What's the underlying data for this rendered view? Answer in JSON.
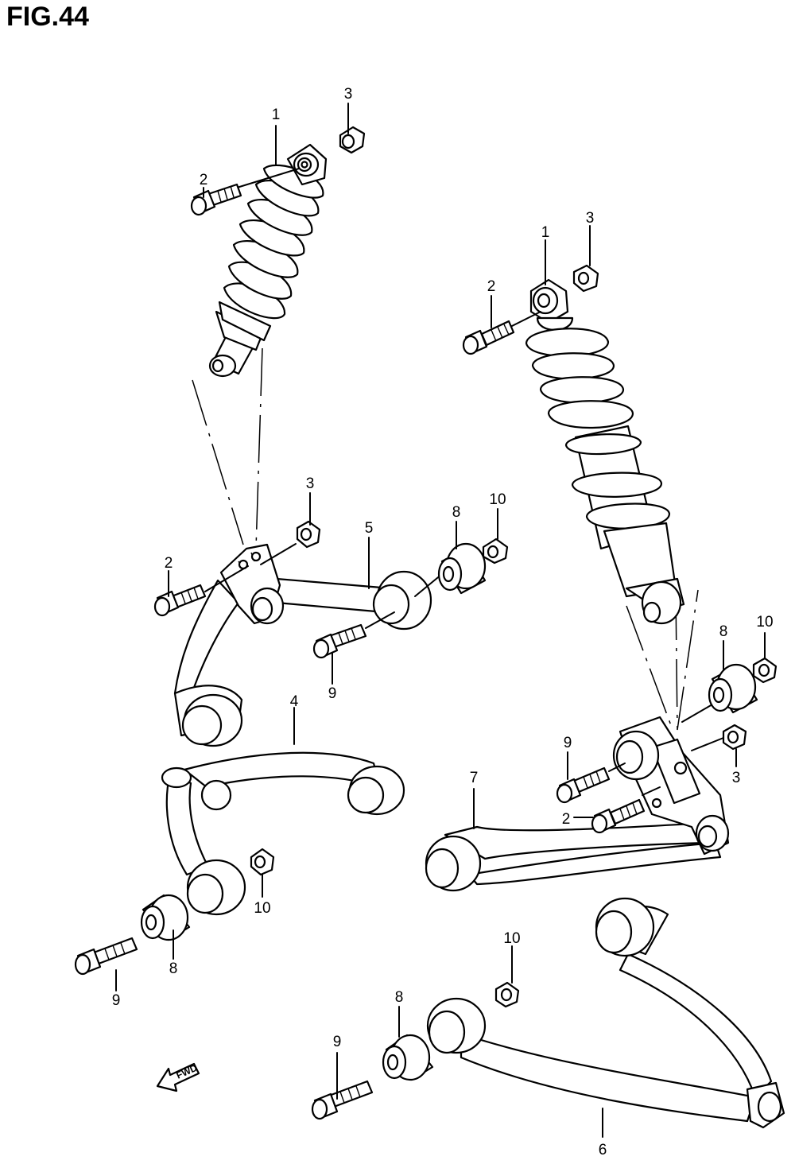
{
  "figure": {
    "title": "FIG.44"
  },
  "callouts": [
    {
      "id": "c-left-1",
      "label": "1"
    },
    {
      "id": "c-left-2a",
      "label": "2"
    },
    {
      "id": "c-left-3a",
      "label": "3"
    },
    {
      "id": "c-right-1",
      "label": "1"
    },
    {
      "id": "c-right-2a",
      "label": "2"
    },
    {
      "id": "c-right-3a",
      "label": "3"
    },
    {
      "id": "c-left-3b",
      "label": "3"
    },
    {
      "id": "c-left-2b",
      "label": "2"
    },
    {
      "id": "c-5",
      "label": "5"
    },
    {
      "id": "c-left-8a",
      "label": "8"
    },
    {
      "id": "c-left-10a",
      "label": "10"
    },
    {
      "id": "c-left-9a",
      "label": "9"
    },
    {
      "id": "c-4",
      "label": "4"
    },
    {
      "id": "c-left-10b",
      "label": "10"
    },
    {
      "id": "c-left-8b",
      "label": "8"
    },
    {
      "id": "c-left-9b",
      "label": "9"
    },
    {
      "id": "c-right-10a",
      "label": "10"
    },
    {
      "id": "c-right-8a",
      "label": "8"
    },
    {
      "id": "c-right-9a",
      "label": "9"
    },
    {
      "id": "c-right-3b",
      "label": "3"
    },
    {
      "id": "c-right-2b",
      "label": "2"
    },
    {
      "id": "c-7",
      "label": "7"
    },
    {
      "id": "c-right-10b",
      "label": "10"
    },
    {
      "id": "c-right-8b",
      "label": "8"
    },
    {
      "id": "c-right-9b",
      "label": "9"
    },
    {
      "id": "c-6",
      "label": "6"
    }
  ],
  "fwd_marker": {
    "label": "FWD",
    "icon": "fwd-arrow-icon"
  }
}
